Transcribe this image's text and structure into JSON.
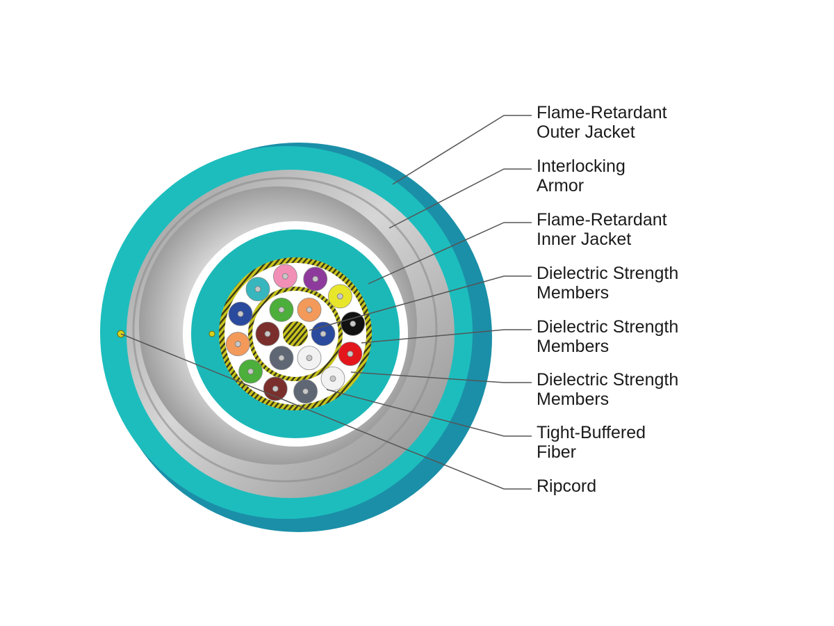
{
  "colors": {
    "outer_jacket_front": "#1dbdbd",
    "outer_jacket_side": "#1b8fa8",
    "armor": "#c7c7c7",
    "inner_jacket": "#1cb8b8",
    "strength_yarn": "#c9c41e",
    "leader_line": "#555555"
  },
  "callouts": [
    {
      "id": "outer-jacket",
      "label": "Flame-Retardant\nOuter Jacket"
    },
    {
      "id": "armor",
      "label": "Interlocking\nArmor"
    },
    {
      "id": "inner-jacket",
      "label": "Flame-Retardant\nInner Jacket"
    },
    {
      "id": "strength-1",
      "label": "Dielectric Strength\nMembers"
    },
    {
      "id": "strength-2",
      "label": "Dielectric Strength\nMembers"
    },
    {
      "id": "strength-3",
      "label": "Dielectric Strength\nMembers"
    },
    {
      "id": "fiber",
      "label": "Tight-Buffered\nFiber"
    },
    {
      "id": "ripcord",
      "label": "Ripcord"
    }
  ],
  "fibers": {
    "outer_ring": [
      "purple",
      "yellow",
      "black",
      "red",
      "white",
      "slate",
      "brown",
      "green",
      "orange",
      "blue",
      "aqua",
      "rose"
    ],
    "inner_ring": [
      "green",
      "orange",
      "blue",
      "white",
      "slate",
      "brown"
    ],
    "palette": {
      "purple": "#8e3a9c",
      "yellow": "#e8e62a",
      "black": "#111111",
      "red": "#e3161c",
      "white": "#f2f2f2",
      "slate": "#5f6775",
      "brown": "#7a2f2c",
      "green": "#4cae3b",
      "orange": "#f39a5b",
      "blue": "#2a4a9e",
      "aqua": "#38b6bd",
      "rose": "#f28fb6"
    }
  }
}
